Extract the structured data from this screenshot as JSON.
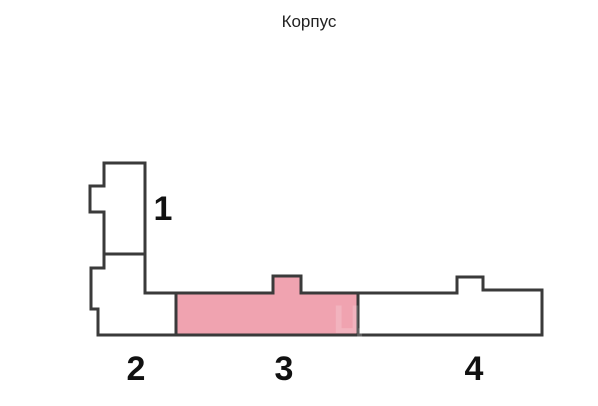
{
  "header": {
    "title": "Корпус"
  },
  "plan": {
    "sections": [
      {
        "label": "1",
        "selected": false
      },
      {
        "label": "2",
        "selected": false
      },
      {
        "label": "3",
        "selected": true
      },
      {
        "label": "4",
        "selected": false
      }
    ],
    "colors": {
      "outline": "#3a3a3a",
      "fill": "#ffffff",
      "selected_fill": "#f0a3b0"
    }
  }
}
